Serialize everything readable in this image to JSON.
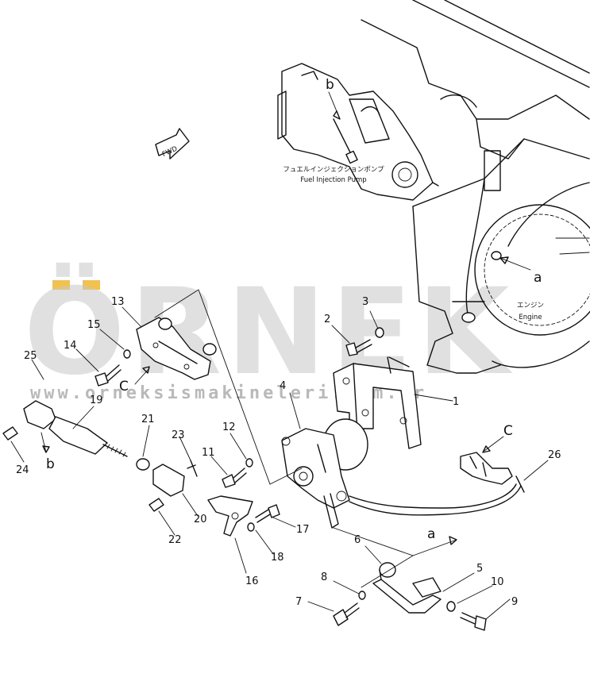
{
  "watermark": {
    "brand": "ÖRNEK",
    "url": "www.orneksismakineleri.com.tr",
    "accent_color": "#f2c14e"
  },
  "captions": {
    "fwd": "FWD",
    "pump_jp": "フュエルインジェクションポンプ",
    "pump_en": "Fuel Injection Pump",
    "engine_jp": "エンジン",
    "engine_en": "Engine"
  },
  "callouts": {
    "n1": "1",
    "n2": "2",
    "n3": "3",
    "n4": "4",
    "n5": "5",
    "n6": "6",
    "n7": "7",
    "n8": "8",
    "n9": "9",
    "n10": "10",
    "n11": "11",
    "n12": "12",
    "n13": "13",
    "n14": "14",
    "n15": "15",
    "n16": "16",
    "n17": "17",
    "n18": "18",
    "n19": "19",
    "n20": "20",
    "n21": "21",
    "n22": "22",
    "n23": "23",
    "n24": "24",
    "n25": "25",
    "n26": "26"
  },
  "letters": {
    "a_engine": "a",
    "a_cable": "a",
    "b_pump": "b",
    "b_rod": "b",
    "c_bracket": "C",
    "c_connector": "C"
  }
}
